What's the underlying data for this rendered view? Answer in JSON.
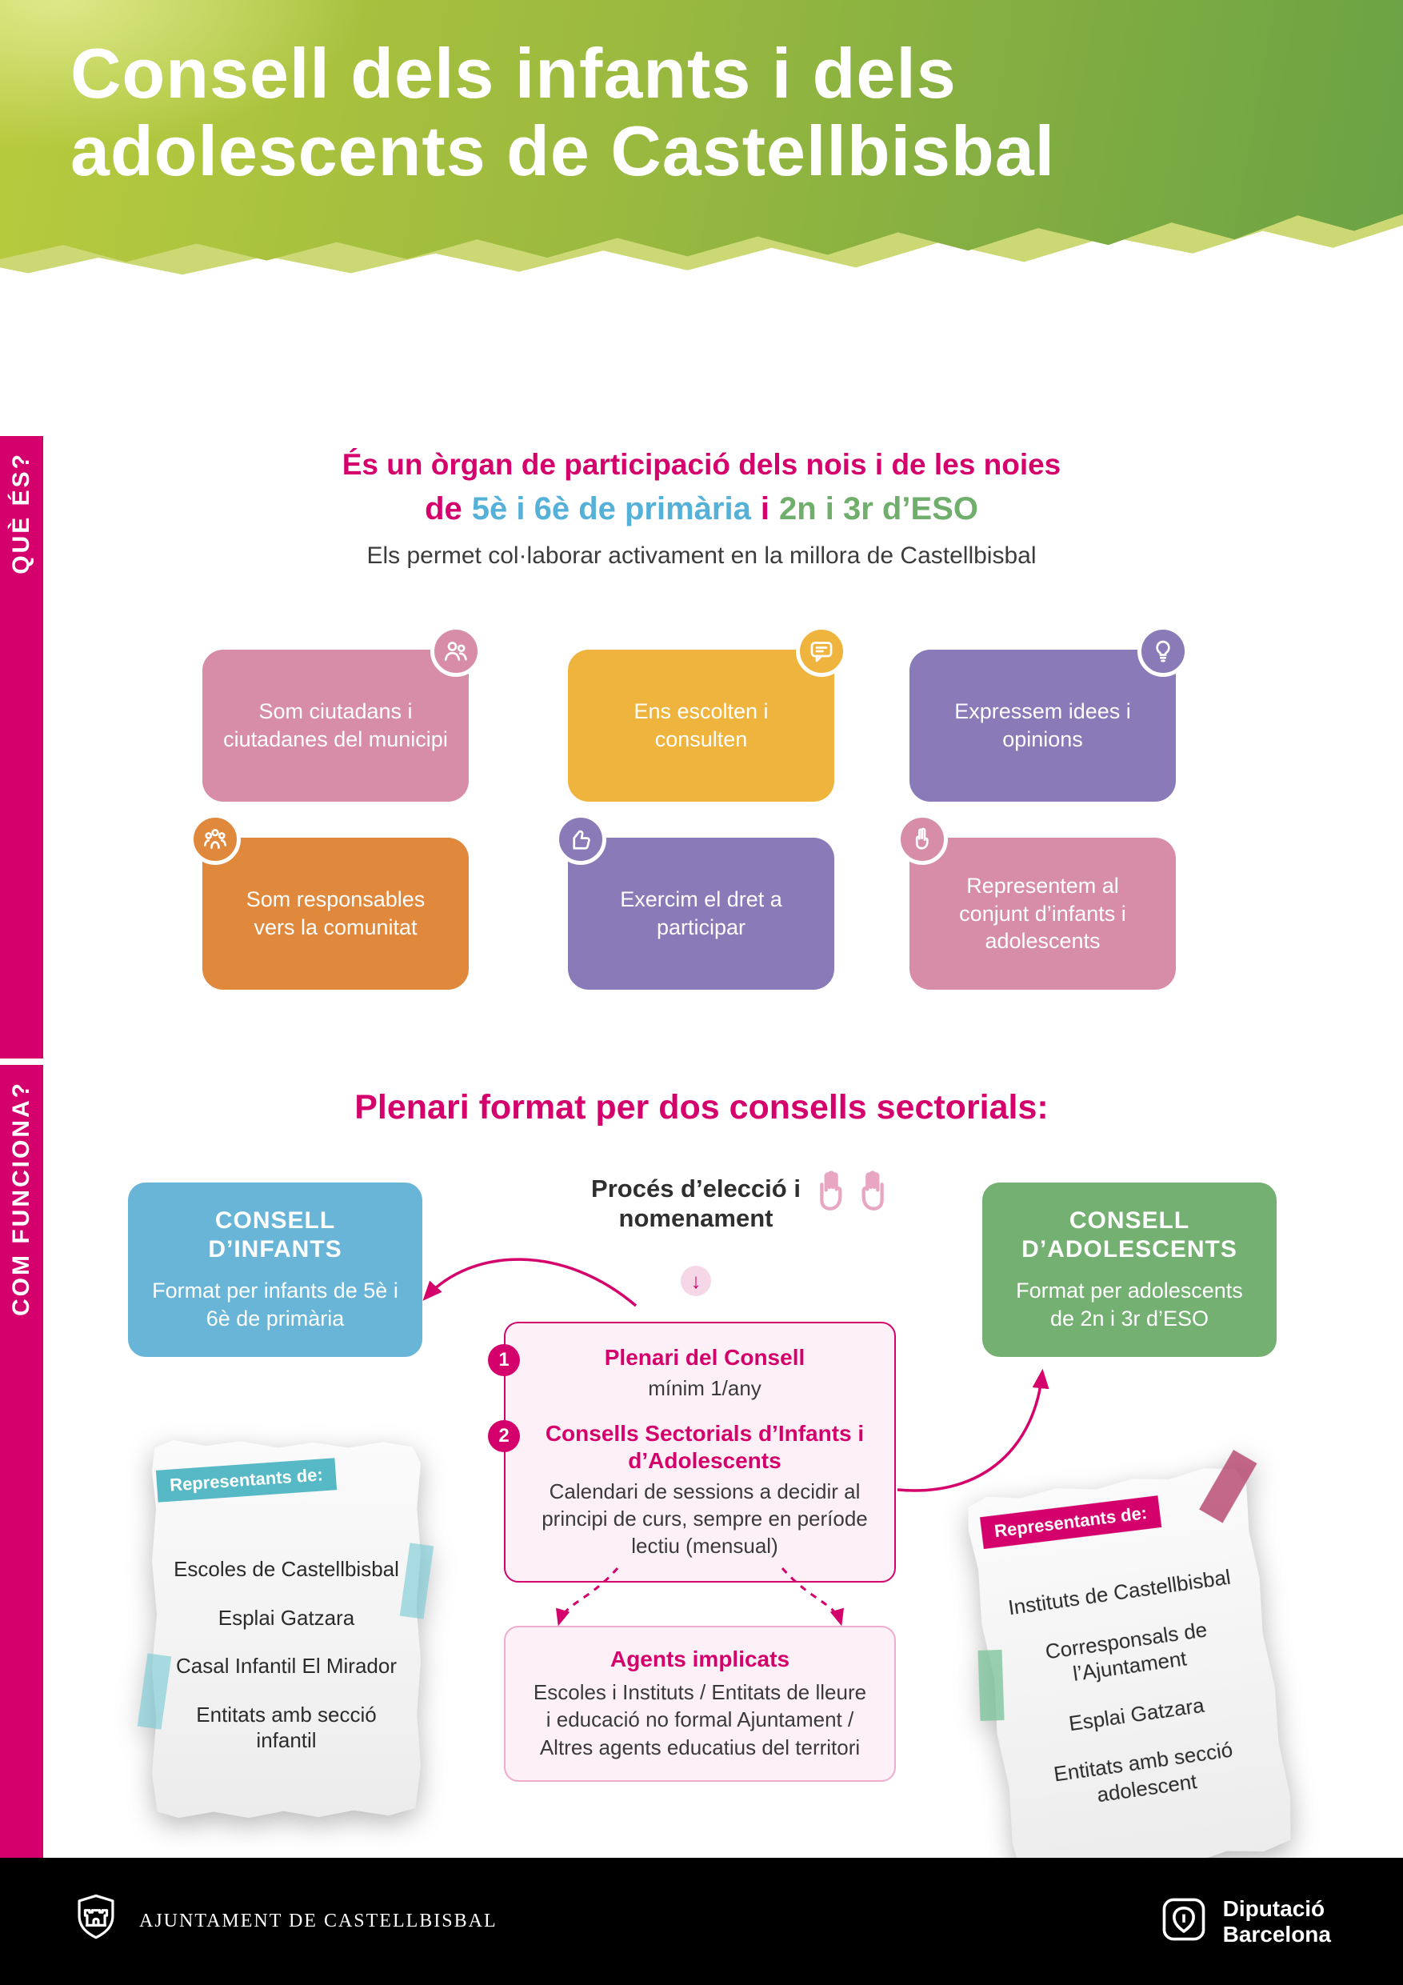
{
  "colors": {
    "magenta": "#d4006b",
    "green_header_light": "#b8cb3e",
    "green_header_dark": "#6aa244",
    "blue": "#68b5d8",
    "green": "#74b072",
    "pink": "#d78da8",
    "yellow": "#efb43d",
    "purple": "#8a7ab8",
    "orange": "#e0893d",
    "teal": "#57b9c6"
  },
  "header": {
    "title_line1": "Consell dels infants i dels",
    "title_line2": "adolescents de Castellbisbal"
  },
  "sidebar": {
    "what_label": "QUÈ ÉS?",
    "how_label": "COM FUNCIONA?"
  },
  "what": {
    "heading": "És un òrgan de participació dels nois i de les noies",
    "grades": {
      "de": "de",
      "primary": "5è i 6è de primària",
      "connector": "i",
      "eso": "2n i 3r d’ESO"
    },
    "subheading": "Els permet col·laborar activament en la millora de Castellbisbal",
    "cards": [
      {
        "label": "Som ciutadans i ciutadanes del municipi",
        "icon": "citizens-icon",
        "color": "#d78da8"
      },
      {
        "label": "Ens escolten i consulten",
        "icon": "listen-icon",
        "color": "#efb43d"
      },
      {
        "label": "Expressem idees i opinions",
        "icon": "ideas-icon",
        "color": "#8a7ab8"
      },
      {
        "label": "Som responsables vers la comunitat",
        "icon": "community-icon",
        "color": "#e0893d"
      },
      {
        "label": "Exercim el dret a participar",
        "icon": "participate-icon",
        "color": "#8a7ab8"
      },
      {
        "label": "Representem al conjunt d’infants i adolescents",
        "icon": "represent-icon",
        "color": "#d78da8"
      }
    ]
  },
  "how": {
    "heading": "Plenari format per dos consells sectorials:",
    "infants": {
      "title": "CONSELL D’INFANTS",
      "body": "Format per infants de 5è i 6è de primària"
    },
    "adolescents": {
      "title": "CONSELL D’ADOLESCENTS",
      "body": "Format per adolescents de 2n i 3r d’ESO"
    },
    "process": {
      "title": "Procés d’elecció i nomenament",
      "down_arrow": "↓",
      "steps": [
        {
          "num": "1",
          "title": "Plenari del Consell",
          "body": "mínim 1/any"
        },
        {
          "num": "2",
          "title": "Consells Sectorials d’Infants i d’Adolescents",
          "body": "Calendari de sessions a decidir al principi de curs, sempre en període lectiu (mensual)"
        }
      ]
    },
    "agents": {
      "title": "Agents implicats",
      "body": "Escoles i Instituts / Entitats de lleure i educació no formal Ajuntament / Altres agents educatius del territori"
    },
    "left_note": {
      "label": "Representants de:",
      "items": [
        "Escoles de Castellbisbal",
        "Esplai Gatzara",
        "Casal Infantil El Mirador",
        "Entitats amb secció infantil"
      ]
    },
    "right_note": {
      "label": "Representants de:",
      "items": [
        "Instituts de Castellbisbal",
        "Corresponsals de l’Ajuntament",
        "Esplai Gatzara",
        "Entitats amb secció adolescent"
      ]
    }
  },
  "footer": {
    "ajuntament": "AJUNTAMENT DE CASTELLBISBAL",
    "diputacio_line1": "Diputació",
    "diputacio_line2": "Barcelona"
  }
}
